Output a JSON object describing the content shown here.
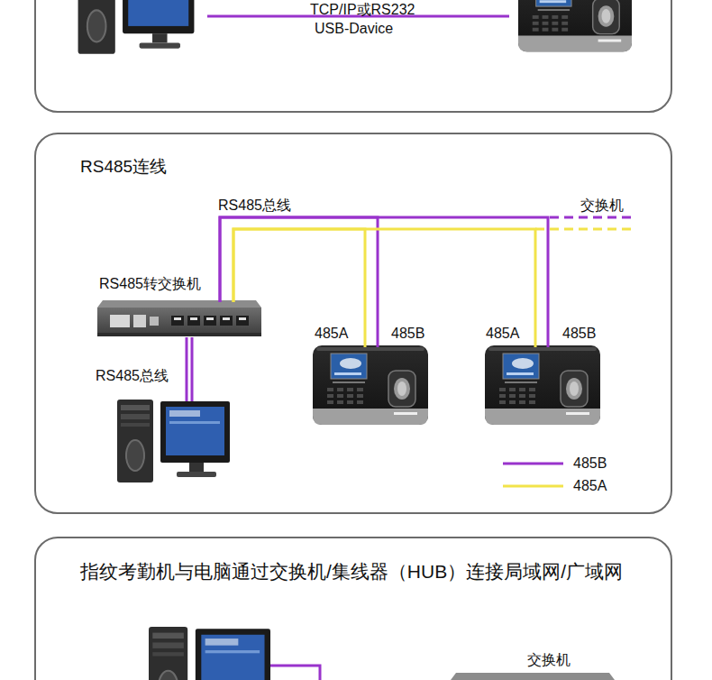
{
  "diagram": {
    "nodes": [
      {
        "text": [
          "TCP/IP或RS232",
          "USB-Davice"
        ]
      },
      {
        "text": [
          "RS485连线"
        ]
      },
      {
        "text": [
          "RS485转交换机"
        ],
        "in": 1
      },
      {
        "text": [
          "485A",
          "485B"
        ],
        "in": 1
      },
      {
        "text": [
          "485A",
          "485B"
        ],
        "in": 1
      },
      {
        "text": [
          "指纹考勤机与电脑通过交换机/集线器（HUB）连接局域网/广域网"
        ]
      },
      {
        "text": [
          "交换机"
        ],
        "in": 5
      }
    ],
    "edges": [
      {
        "from": 2,
        "to": 3,
        "arrow": "none"
      },
      {
        "from": 2,
        "to": 3,
        "arrow": "none"
      },
      {
        "from": 2,
        "to": 4,
        "arrow": "none"
      },
      {
        "from": 2,
        "to": 4,
        "arrow": "none"
      }
    ],
    "labels": [
      "RS485总线",
      "交换机",
      "RS485总线"
    ],
    "legend": [
      {
        "text": "485B",
        "color": "#9933cc"
      },
      {
        "text": "485A",
        "color": "#f2e34a"
      }
    ]
  }
}
